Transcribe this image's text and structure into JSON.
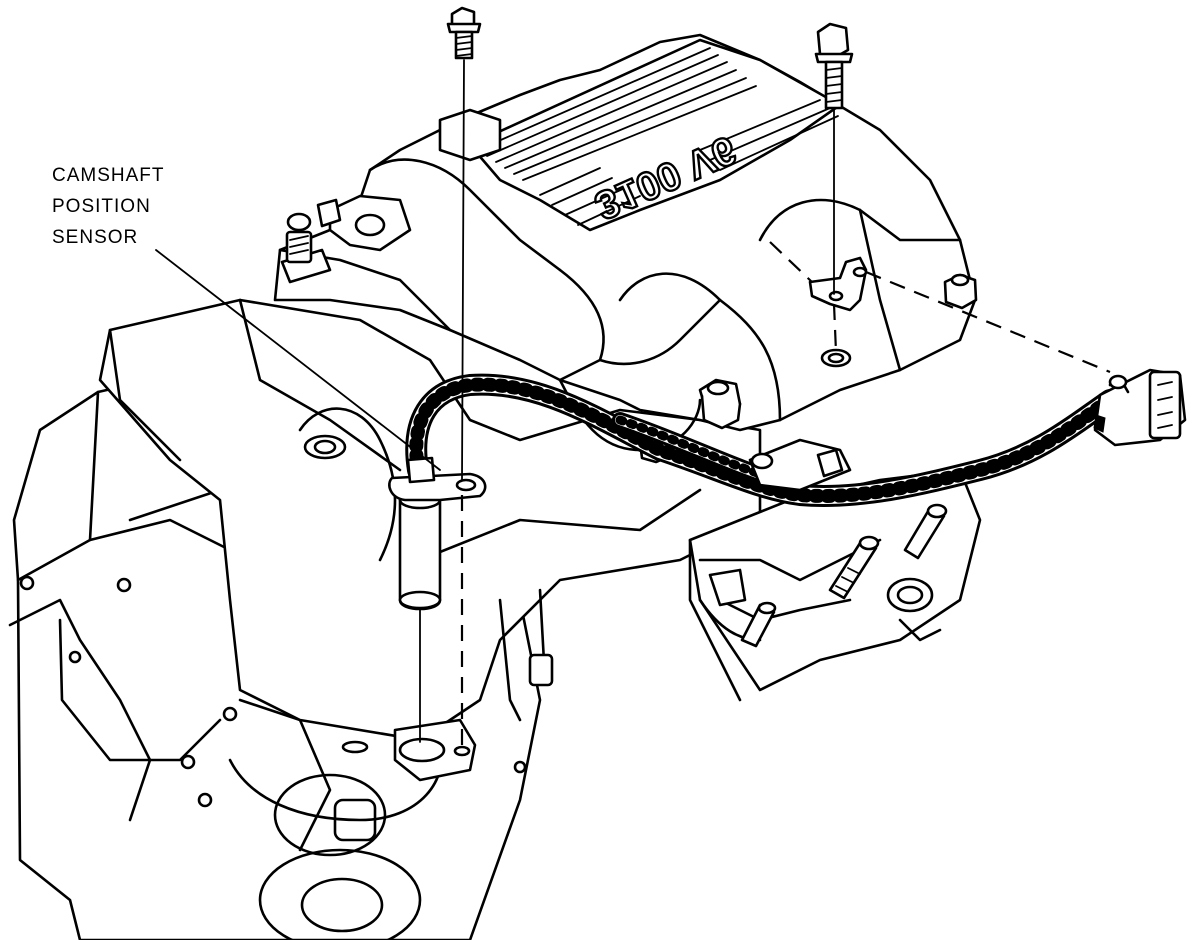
{
  "callout": {
    "line1": "CAMSHAFT",
    "line2": "POSITION",
    "line3": "SENSOR"
  },
  "emblem": {
    "text": "3100 V6"
  },
  "colors": {
    "ink": "#000000",
    "paper": "#ffffff"
  }
}
